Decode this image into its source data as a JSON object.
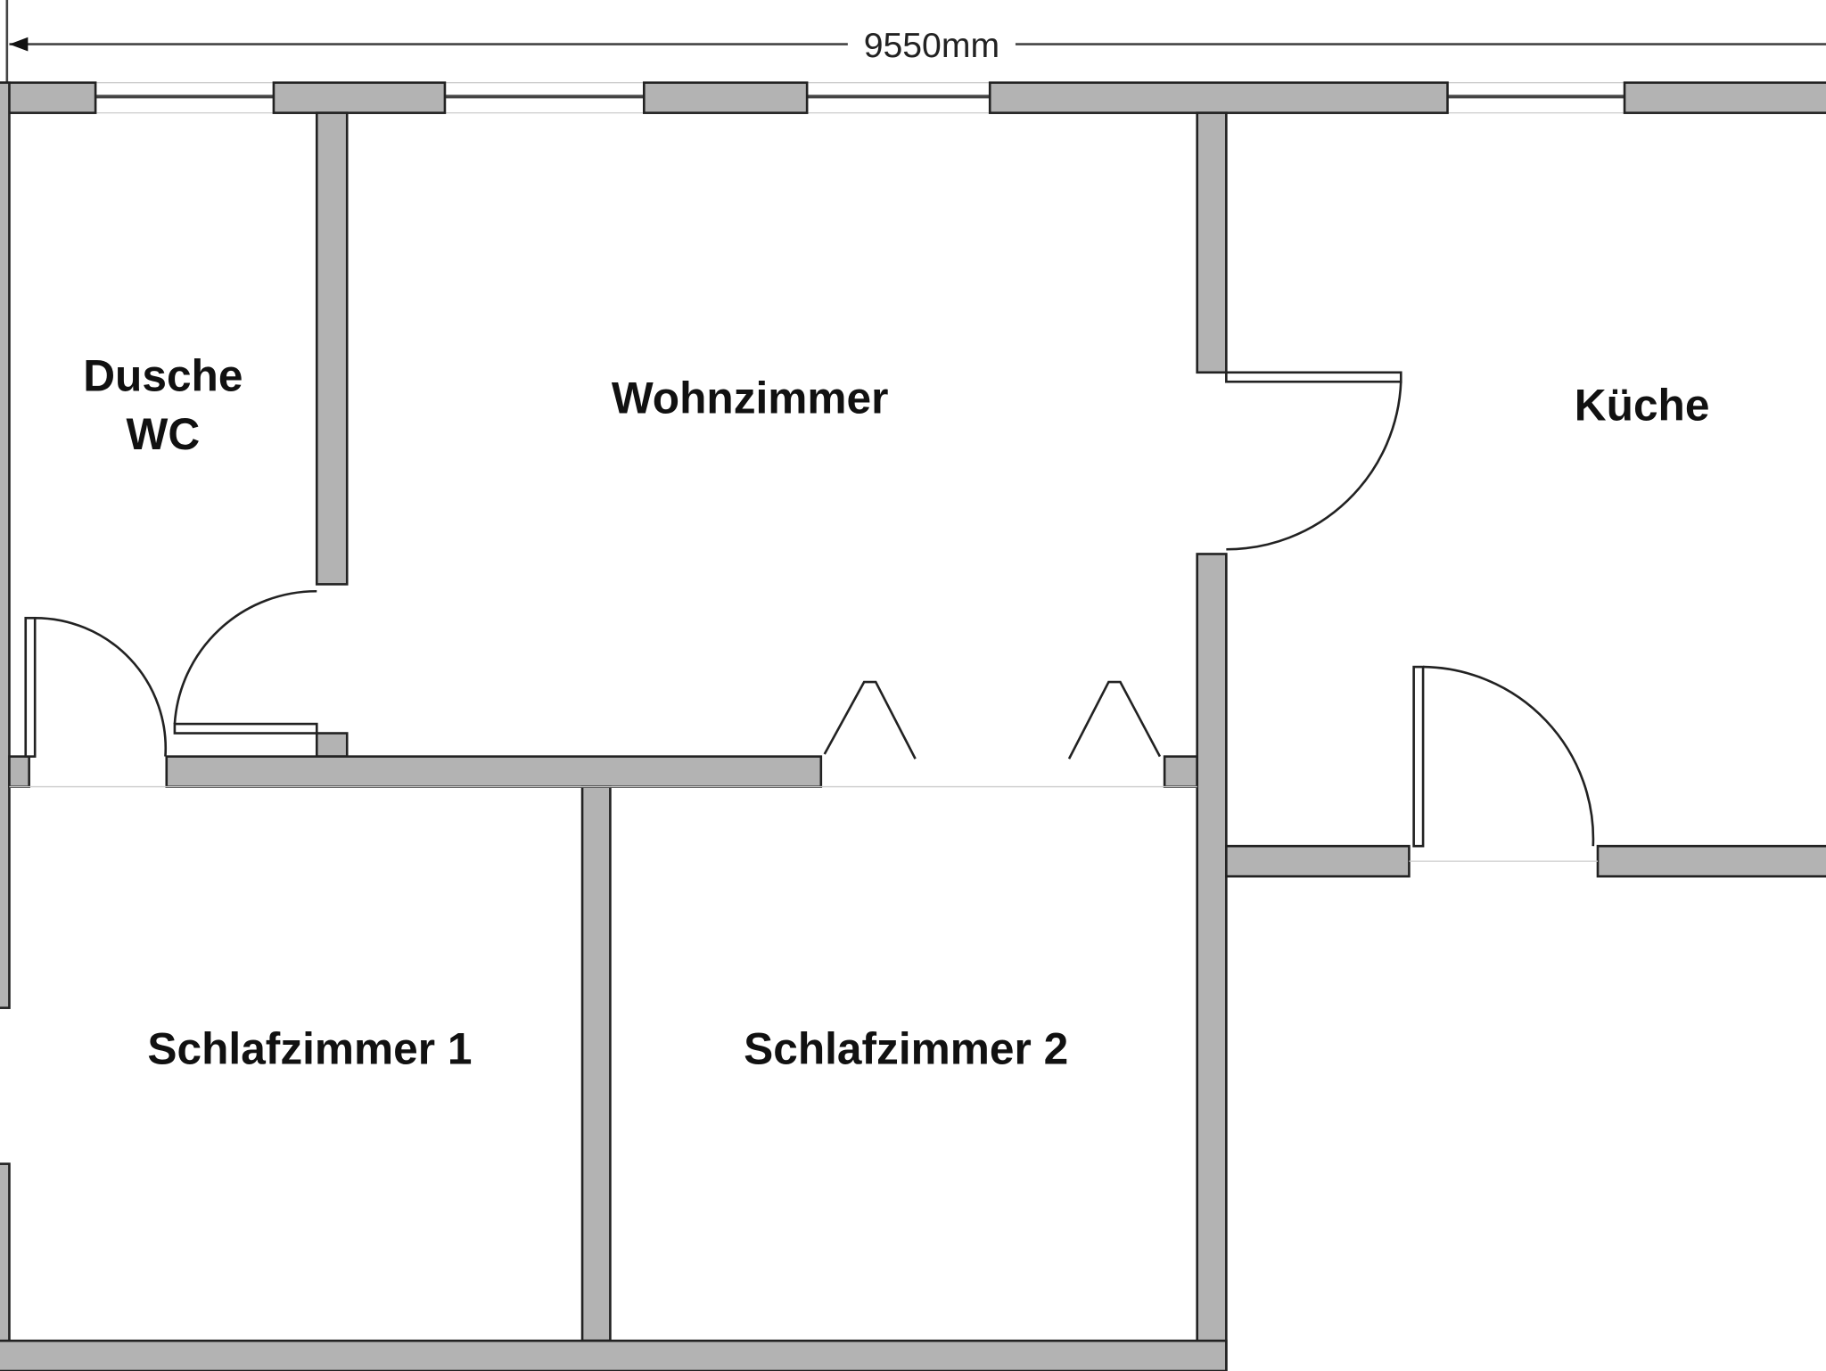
{
  "dimension": {
    "label": "9550mm"
  },
  "rooms": [
    {
      "id": "dusche",
      "lines": [
        "Dusche",
        "WC"
      ]
    },
    {
      "id": "wohnzimmer",
      "lines": [
        "Wohnzimmer"
      ]
    },
    {
      "id": "kueche",
      "lines": [
        "Küche"
      ]
    },
    {
      "id": "schlafzimmer-1",
      "lines": [
        "Schlafzimmer 1"
      ]
    },
    {
      "id": "schlafzimmer-2",
      "lines": [
        "Schlafzimmer 2"
      ]
    }
  ]
}
